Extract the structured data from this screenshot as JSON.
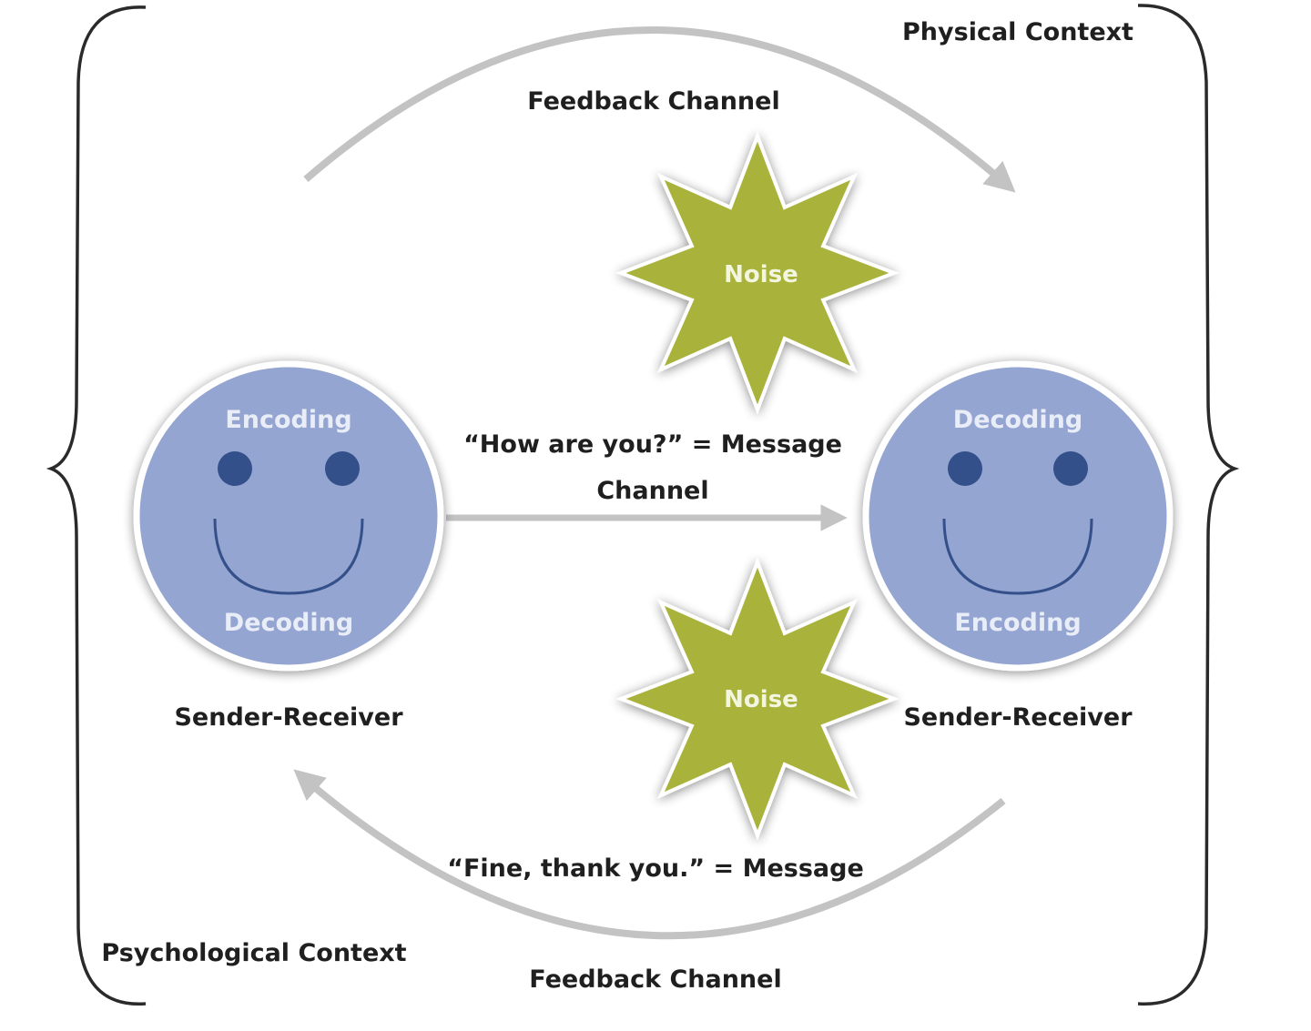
{
  "labels": {
    "physical_context": "Physical Context",
    "psychological_context": "Psychological Context",
    "feedback_channel_top": "Feedback Channel",
    "feedback_channel_bottom": "Feedback Channel",
    "message_1": "“How are you?”  = Message",
    "channel": "Channel",
    "message_2": "“Fine, thank you.” = Message"
  },
  "left_person": {
    "top_label": "Encoding",
    "bottom_label": "Decoding",
    "caption": "Sender-Receiver"
  },
  "right_person": {
    "top_label": "Decoding",
    "bottom_label": "Encoding",
    "caption": "Sender-Receiver"
  },
  "noise": {
    "top_label": "Noise",
    "bottom_label": "Noise"
  },
  "colors": {
    "face_fill": "#95a5d1",
    "face_outline": "#ffffff",
    "face_features": "#33508a",
    "noise_fill": "#a9b23a",
    "arrow": "#c3c3c3",
    "bracket": "#2a2a2a",
    "text": "#1f1f1f"
  }
}
